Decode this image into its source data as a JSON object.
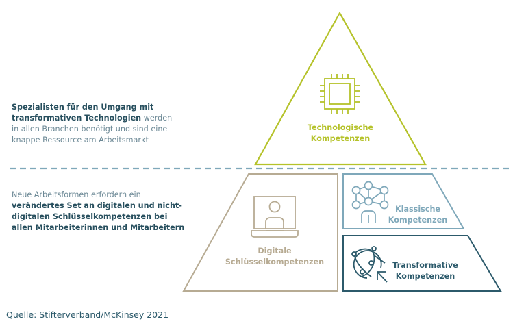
{
  "left_texts": {
    "top": {
      "bold_line1": "Spezialisten für den Umgang mit",
      "bold_line2": "transformativen Technologien",
      "regular_tail2": " werden",
      "regular_line3": "in allen Branchen benötigt und sind eine",
      "regular_line4": "knappe Ressource am Arbeitsmarkt"
    },
    "bottom": {
      "regular_line1": "Neue Arbeitsformen erfordern ein",
      "bold_line2": "verändertes Set an digitalen und nicht-",
      "bold_line3": "digitalen Schlüsselkompetenzen bei",
      "bold_line4": "allen Mitarbeiterinnen und Mitarbeitern"
    }
  },
  "pyramid": {
    "technologische": {
      "label_line1": "Technologische",
      "label_line2": "Kompetenzen",
      "icon": "chip-icon",
      "color": "#b5c22a"
    },
    "digitale": {
      "label_line1": "Digitale",
      "label_line2": "Schlüsselkompetenzen",
      "icon": "laptop-person-icon",
      "color": "#b7ab93"
    },
    "klassische": {
      "label_line1": "Klassische",
      "label_line2": "Kompetenzen",
      "icon": "network-person-icon",
      "color": "#7fa8ba"
    },
    "transformative": {
      "label_line1": "Transformative",
      "label_line2": "Kompetenzen",
      "icon": "globe-cursor-icon",
      "color": "#2c5a6b"
    }
  },
  "divider_color": "#7fa8ba",
  "source": "Quelle: Stifterverband/McKinsey 2021"
}
